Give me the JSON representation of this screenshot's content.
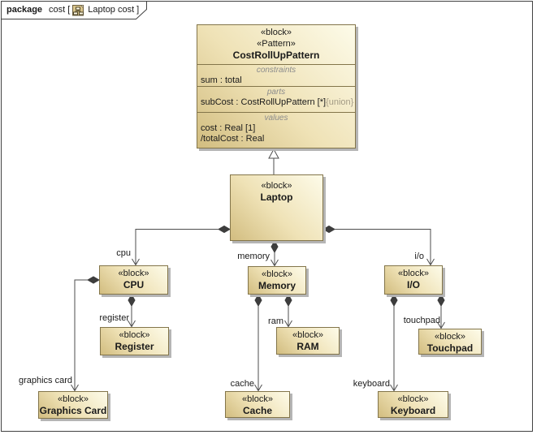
{
  "tab": {
    "keyword": "package",
    "context": "cost",
    "open_bracket": "[",
    "diagram_name": "Laptop cost",
    "close_bracket": "]",
    "icon": "bdd-diagram-icon"
  },
  "pattern_block": {
    "stereotype1": "«block»",
    "stereotype2": "«Pattern»",
    "name": "CostRollUpPattern",
    "constraints_title": "constraints",
    "constraints_line1": "sum : total",
    "parts_title": "parts",
    "parts_line1_main": "subCost : CostRollUpPattern [*]",
    "parts_line1_union": "{union}",
    "values_title": "values",
    "values_line1": "cost : Real [1]",
    "values_line2": "/totalCost : Real"
  },
  "blocks": {
    "laptop": {
      "stereotype": "«block»",
      "name": "Laptop"
    },
    "cpu": {
      "stereotype": "«block»",
      "name": "CPU"
    },
    "memory": {
      "stereotype": "«block»",
      "name": "Memory"
    },
    "io": {
      "stereotype": "«block»",
      "name": "I/O"
    },
    "register": {
      "stereotype": "«block»",
      "name": "Register"
    },
    "ram": {
      "stereotype": "«block»",
      "name": "RAM"
    },
    "touchpad": {
      "stereotype": "«block»",
      "name": "Touchpad"
    },
    "graphics_card": {
      "stereotype": "«block»",
      "name": "Graphics Card"
    },
    "cache": {
      "stereotype": "«block»",
      "name": "Cache"
    },
    "keyboard": {
      "stereotype": "«block»",
      "name": "Keyboard"
    }
  },
  "labels": {
    "cpu": "cpu",
    "memory": "memory",
    "io": "i/o",
    "register": "register",
    "ram": "ram",
    "touchpad": "touchpad",
    "graphics_card": "graphics card",
    "cache": "cache",
    "keyboard": "keyboard"
  },
  "relationships": [
    {
      "type": "generalization",
      "from": "Laptop",
      "to": "CostRollUpPattern"
    },
    {
      "type": "composition",
      "from": "Laptop",
      "to": "CPU",
      "label": "cpu"
    },
    {
      "type": "composition",
      "from": "Laptop",
      "to": "Memory",
      "label": "memory"
    },
    {
      "type": "composition",
      "from": "Laptop",
      "to": "I/O",
      "label": "i/o"
    },
    {
      "type": "composition",
      "from": "CPU",
      "to": "Register",
      "label": "register"
    },
    {
      "type": "composition",
      "from": "CPU",
      "to": "Graphics Card",
      "label": "graphics card"
    },
    {
      "type": "composition",
      "from": "Memory",
      "to": "RAM",
      "label": "ram"
    },
    {
      "type": "composition",
      "from": "Memory",
      "to": "Cache",
      "label": "cache"
    },
    {
      "type": "composition",
      "from": "I/O",
      "to": "Touchpad",
      "label": "touchpad"
    },
    {
      "type": "composition",
      "from": "I/O",
      "to": "Keyboard",
      "label": "keyboard"
    }
  ],
  "colors": {
    "block_fill_light": "#FDFBE9",
    "block_fill_dark": "#D2BD80",
    "block_border": "#83754A",
    "block_shadow": "#B5B5B5",
    "connector_line": "#4D4D4D",
    "compartment_title_text": "#8C8C8C",
    "union_text": "#A39B85",
    "frame_border": "#424242",
    "icon_fill": "#D8C48C"
  }
}
